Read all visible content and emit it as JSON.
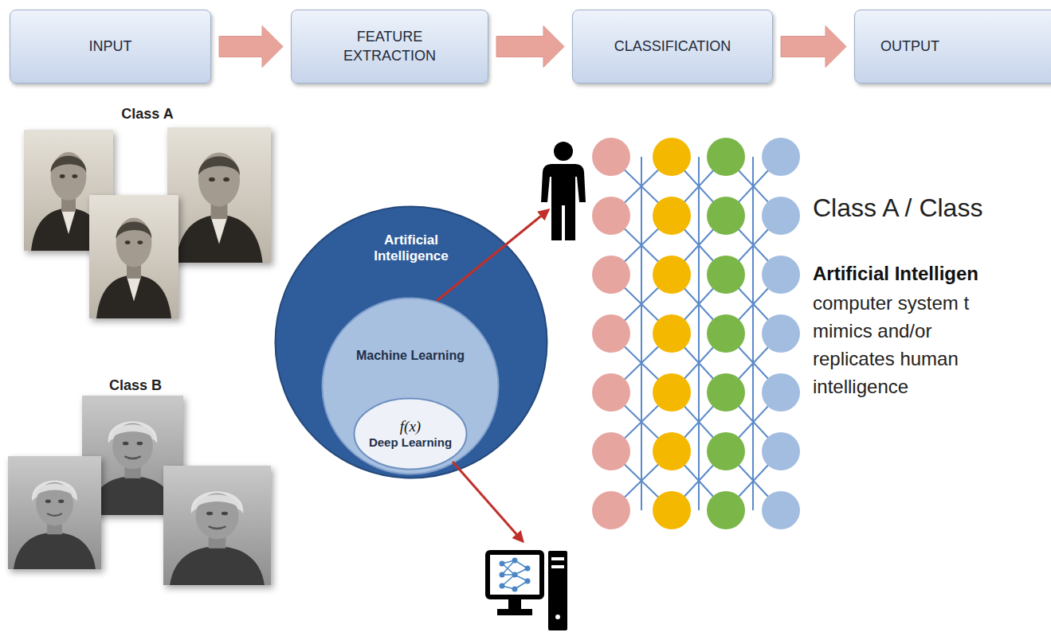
{
  "diagram": {
    "nodes": [
      {
        "text": [
          "INPUT"
        ]
      },
      {
        "text": [
          "FEATURE EXTRACTION"
        ]
      },
      {
        "text": [
          "CLASSIFICATION"
        ]
      },
      {
        "text": [
          "OUTPUT"
        ]
      },
      {
        "text": [
          "Artificial Intelligence"
        ]
      },
      {
        "text": [
          "Machine Learning"
        ],
        "in": 4
      },
      {
        "text": [
          "f(x)",
          "Deep Learning"
        ],
        "in": 5
      }
    ],
    "edges": [
      {
        "from": 0,
        "to": 1,
        "arrow": "to"
      },
      {
        "from": 1,
        "to": 2,
        "arrow": "to"
      },
      {
        "from": 2,
        "to": 3,
        "arrow": "to"
      }
    ],
    "labels": [
      "Class A",
      "Class B",
      "Class A / Class",
      "Artificial Intelligen",
      "computer system t mimics and/or replicates human intelligence"
    ]
  }
}
